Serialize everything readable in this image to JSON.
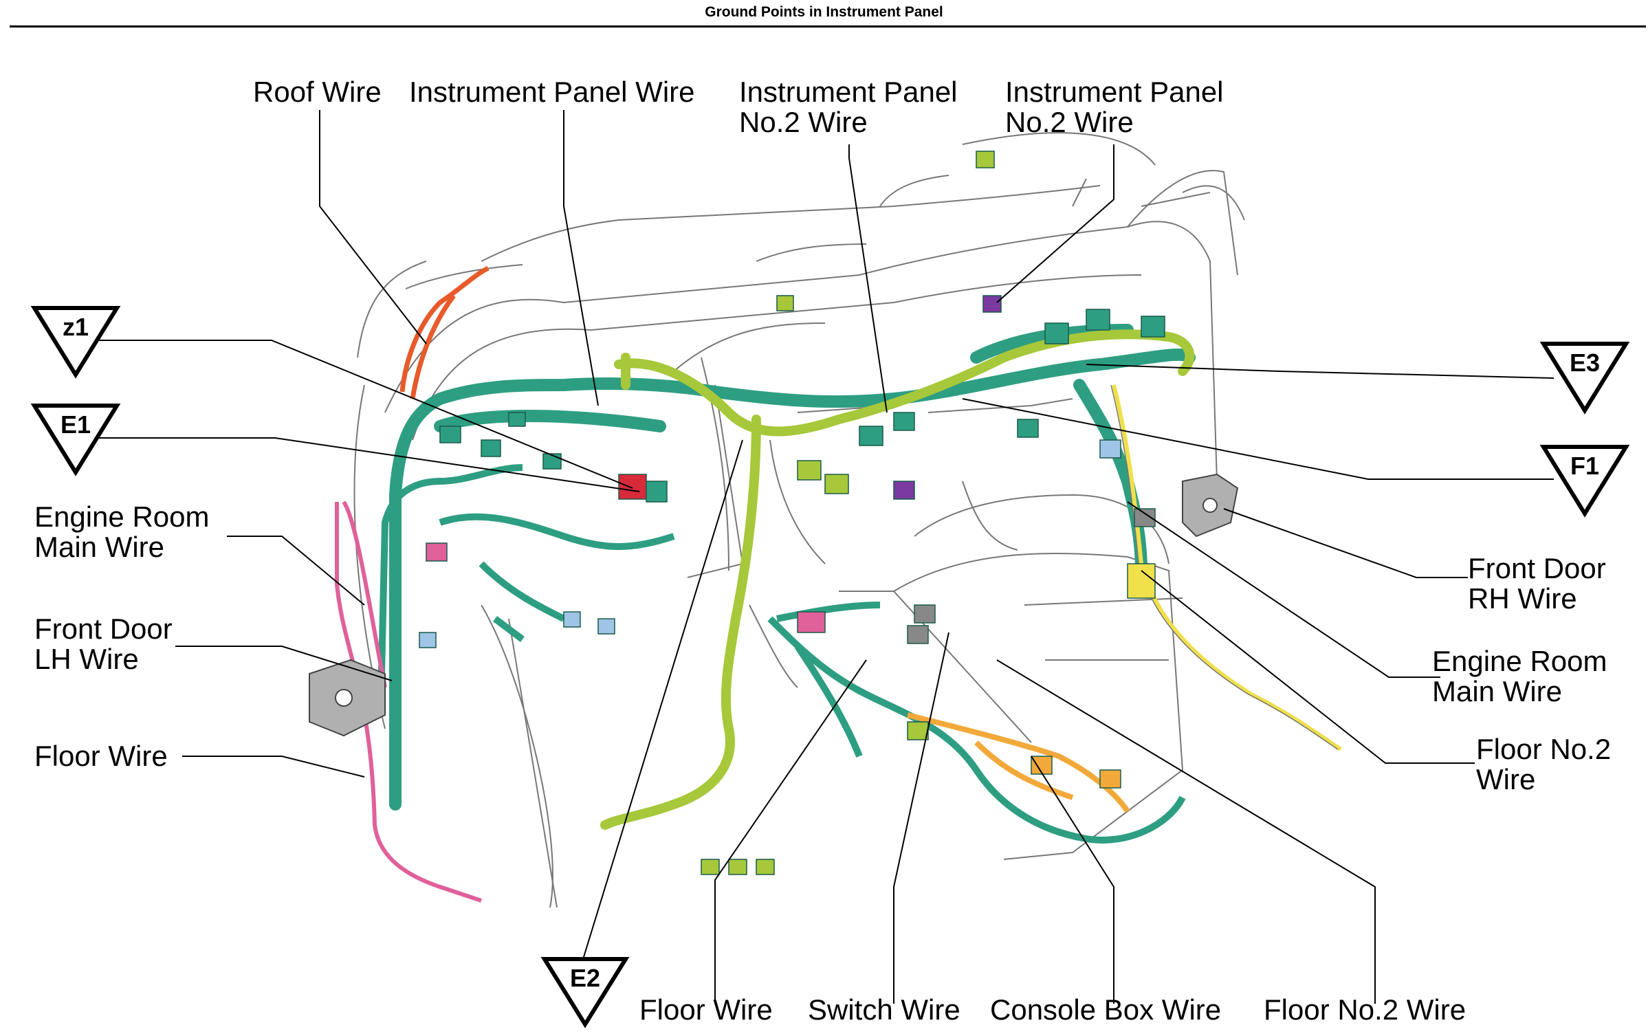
{
  "title": "Ground Points in Instrument Panel",
  "colors": {
    "harness_teal": "#2e9e82",
    "harness_lime": "#a6c83a",
    "roof_orange": "#e85a2a",
    "floor_pink": "#e0609a",
    "console_orange": "#f2a93a",
    "floor2_yellow": "#f0e04a",
    "connector_red": "#d82a3a",
    "connector_purple": "#7a3aa0",
    "connector_blue": "#9ec4e6",
    "mount_gray": "#b0b0b0"
  },
  "labels": {
    "roof_wire": "Roof Wire",
    "instrument_panel_wire": "Instrument Panel Wire",
    "ip_no2_wire_1": {
      "line1": "Instrument Panel",
      "line2": "No.2 Wire"
    },
    "ip_no2_wire_2": {
      "line1": "Instrument Panel",
      "line2": "No.2 Wire"
    },
    "engine_room_main_wire_left": {
      "line1": "Engine Room",
      "line2": "Main Wire"
    },
    "front_door_lh_wire": {
      "line1": "Front Door",
      "line2": "LH Wire"
    },
    "floor_wire_left": "Floor Wire",
    "front_door_rh_wire": {
      "line1": "Front Door",
      "line2": "RH Wire"
    },
    "engine_room_main_wire_right": {
      "line1": "Engine Room",
      "line2": "Main Wire"
    },
    "floor_no2_wire_right": {
      "line1": "Floor No.2",
      "line2": "Wire"
    },
    "floor_wire_bottom": "Floor Wire",
    "switch_wire": "Switch Wire",
    "console_box_wire": "Console Box Wire",
    "floor_no2_wire_bottom": "Floor No.2 Wire"
  },
  "ground_points": {
    "z1": "z1",
    "e1": "E1",
    "e2": "E2",
    "e3": "E3",
    "f1": "F1"
  }
}
